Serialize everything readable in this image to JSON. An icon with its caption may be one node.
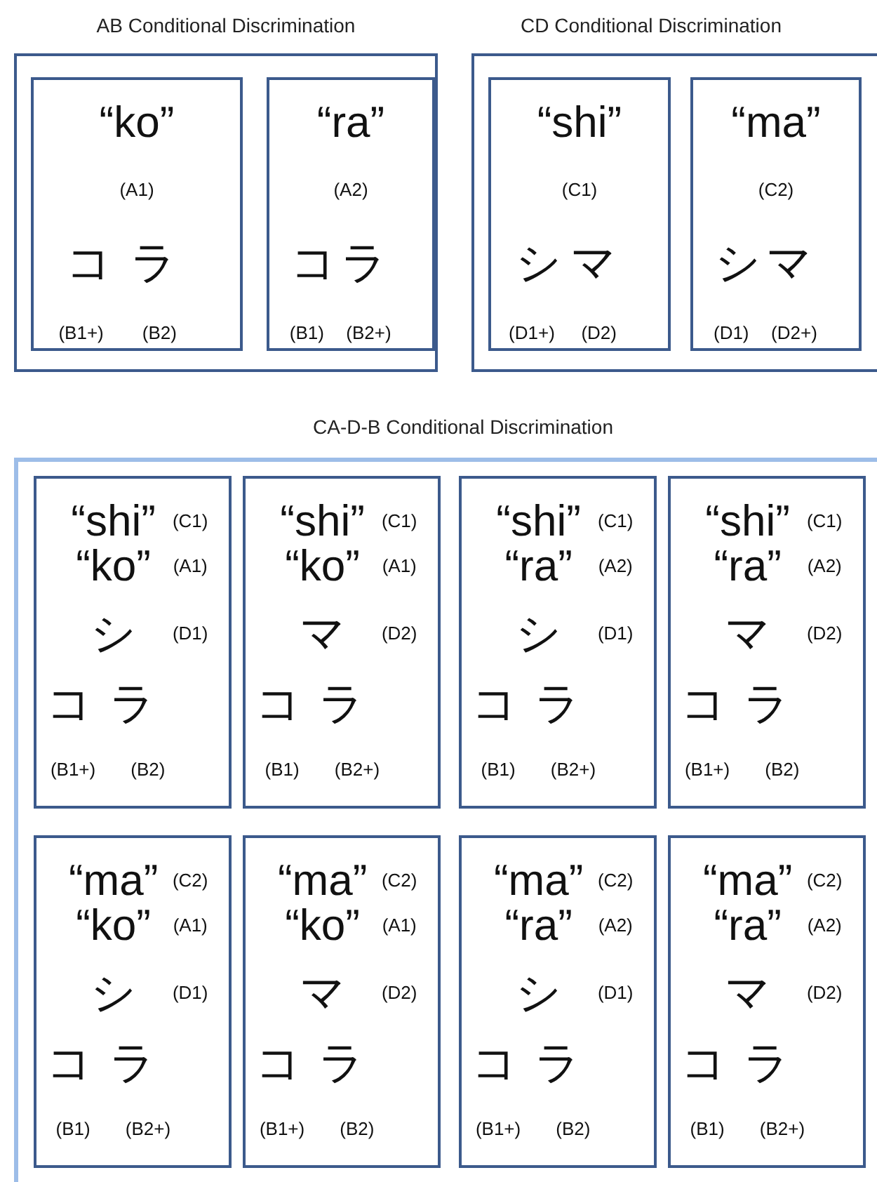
{
  "diagram": {
    "nodes": [
      {
        "text": [
          "AB Conditional Discrimination"
        ]
      },
      {
        "text": [
          "“ko”",
          "(A1)",
          "コ",
          "ラ",
          "(B1+)",
          "(B2)"
        ],
        "in": 0
      },
      {
        "text": [
          "“ra”",
          "(A2)",
          "コ",
          "ラ",
          "(B1)",
          "(B2+)"
        ],
        "in": 0
      },
      {
        "text": [
          "CD Conditional Discrimination"
        ]
      },
      {
        "text": [
          "“shi”",
          "(C1)",
          "シ",
          "マ",
          "(D1+)",
          "(D2)"
        ],
        "in": 3
      },
      {
        "text": [
          "“ma”",
          "(C2)",
          "シ",
          "マ",
          "(D1)",
          "(D2+)"
        ],
        "in": 3
      },
      {
        "text": [
          "CA-D-B Conditional Discrimination"
        ]
      },
      {
        "text": [
          "“shi”",
          "(C1)",
          "“ko”",
          "(A1)",
          "シ",
          "(D1)",
          "コ",
          "ラ",
          "(B1+)",
          "(B2)"
        ],
        "in": 6
      },
      {
        "text": [
          "“shi”",
          "(C1)",
          "“ko”",
          "(A1)",
          "マ",
          "(D2)",
          "コ",
          "ラ",
          "(B1)",
          "(B2+)"
        ],
        "in": 6
      },
      {
        "text": [
          "“shi”",
          "(C1)",
          "“ra”",
          "(A2)",
          "シ",
          "(D1)",
          "コ",
          "ラ",
          "(B1)",
          "(B2+)"
        ],
        "in": 6
      },
      {
        "text": [
          "“shi”",
          "(C1)",
          "“ra”",
          "(A2)",
          "マ",
          "(D2)",
          "コ",
          "ラ",
          "(B1+)",
          "(B2)"
        ],
        "in": 6
      },
      {
        "text": [
          "“ma”",
          "(C2)",
          "“ko”",
          "(A1)",
          "シ",
          "(D1)",
          "コ",
          "ラ",
          "(B1)",
          "(B2+)"
        ],
        "in": 6
      },
      {
        "text": [
          "“ma”",
          "(C2)",
          "“ko”",
          "(A1)",
          "マ",
          "(D2)",
          "コ",
          "ラ",
          "(B1+)",
          "(B2)"
        ],
        "in": 6
      },
      {
        "text": [
          "“ma”",
          "(C2)",
          "“ra”",
          "(A2)",
          "シ",
          "(D1)",
          "コ",
          "ラ",
          "(B1+)",
          "(B2)"
        ],
        "in": 6
      },
      {
        "text": [
          "“ma”",
          "(C2)",
          "“ra”",
          "(A2)",
          "マ",
          "(D2)",
          "コ",
          "ラ",
          "(B1)",
          "(B2+)"
        ],
        "in": 6
      }
    ],
    "edges": []
  }
}
